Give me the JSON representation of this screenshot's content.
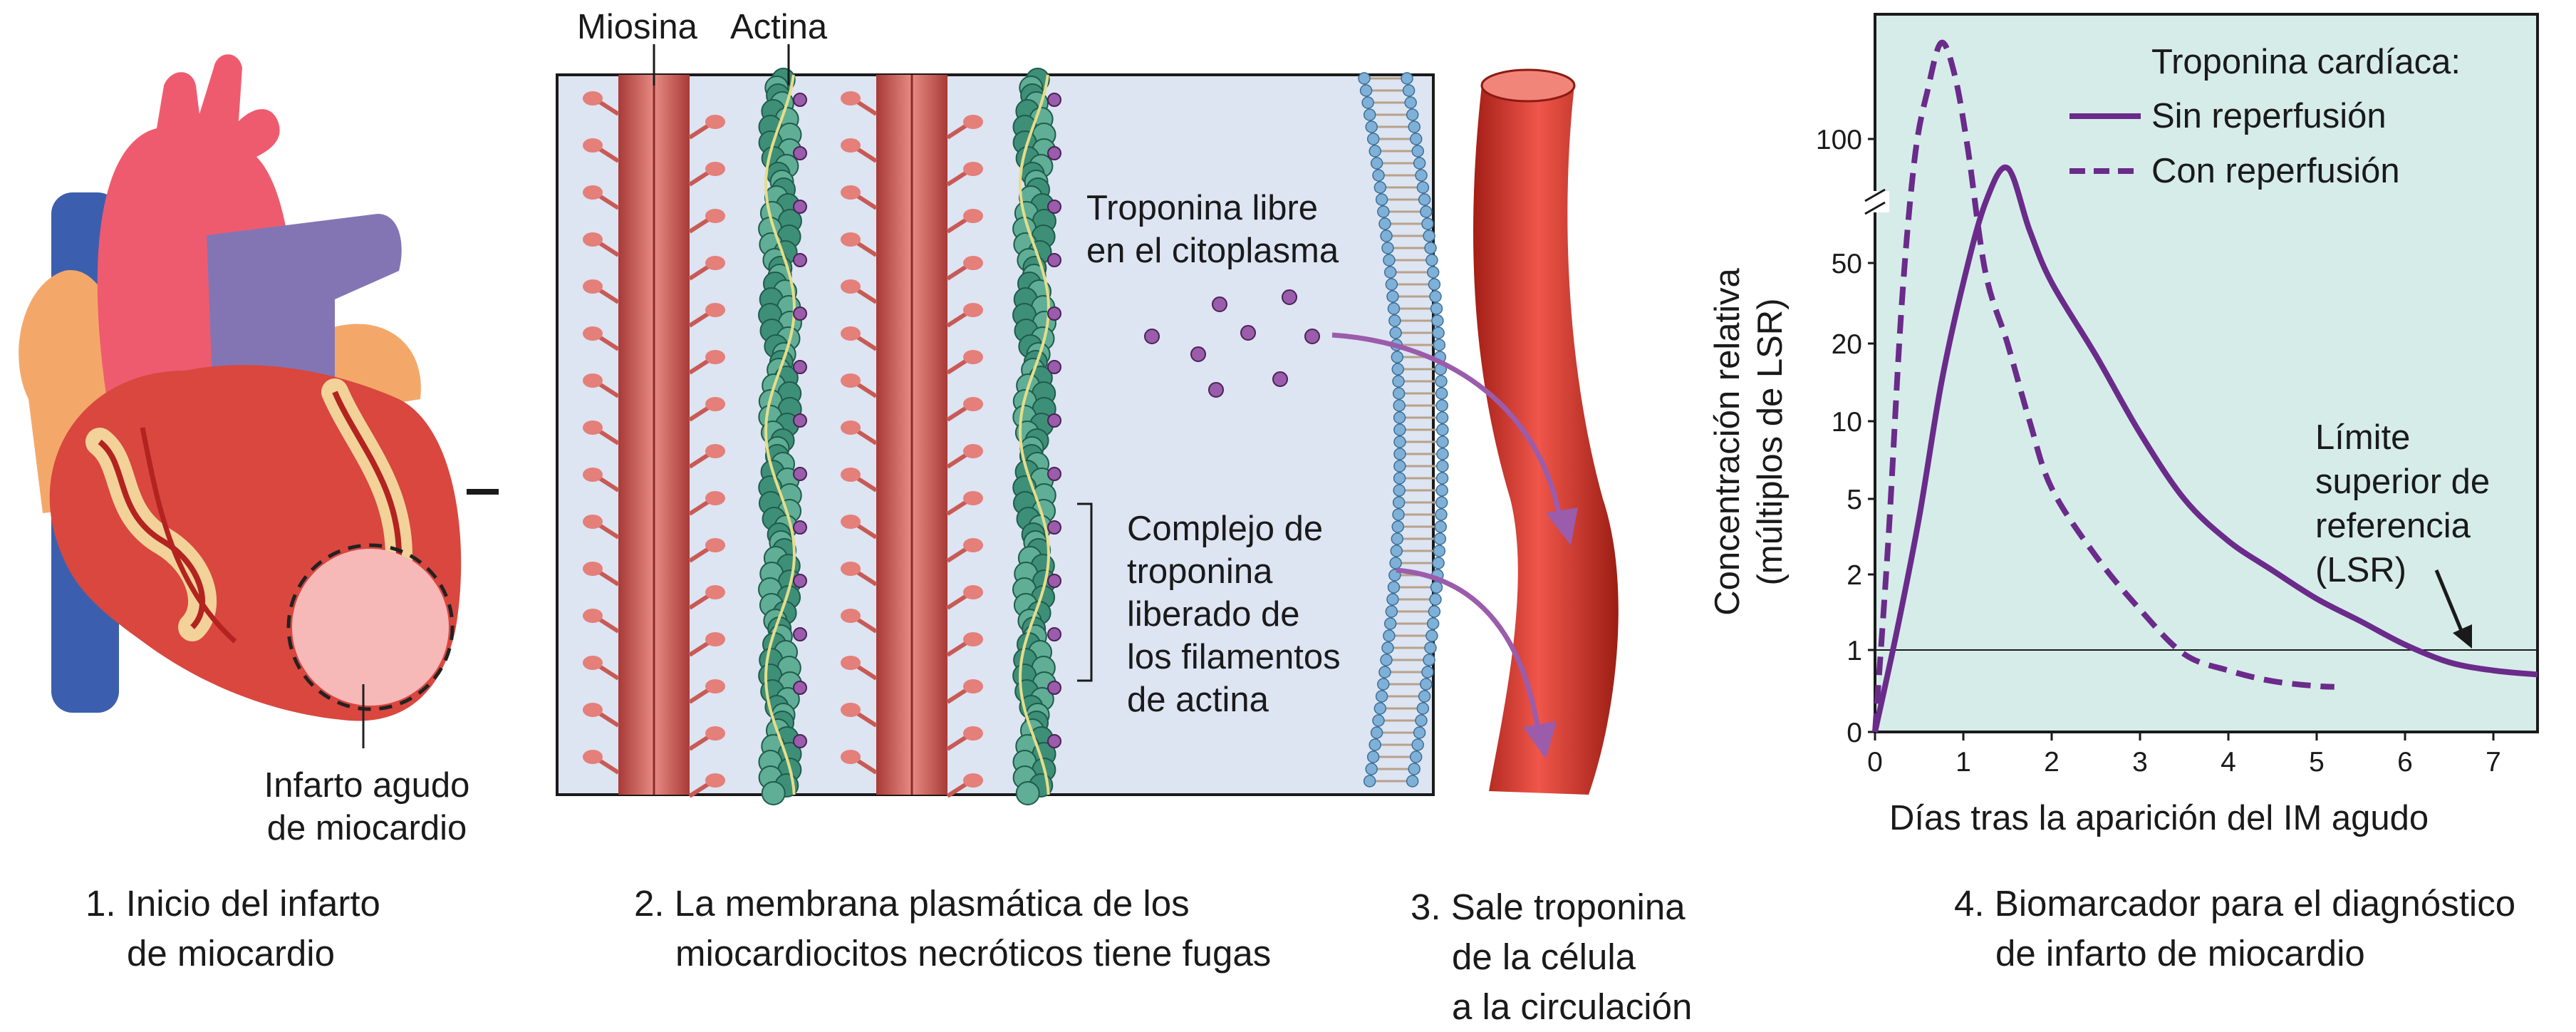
{
  "panel1": {
    "infarct_label": [
      "Infarto agudo",
      "de miocardio"
    ],
    "caption": [
      "1. Inicio del infarto",
      "de miocardio"
    ]
  },
  "panel2": {
    "myosin_label": "Miosina",
    "actin_label": "Actina",
    "free_troponin_label": [
      "Troponina libre",
      "en el citoplasma"
    ],
    "complex_label": [
      "Complejo de",
      "troponina",
      "liberado de",
      "los filamentos",
      "de actina"
    ],
    "caption": [
      "2. La membrana plasmática de los",
      "miocardiocitos necróticos tiene fugas"
    ]
  },
  "panel3": {
    "caption": [
      "3. Sale troponina",
      "de la célula",
      "a la circulación"
    ]
  },
  "panel4": {
    "caption": [
      "4. Biomarcador para el diagnóstico",
      "de infarto de miocardio"
    ],
    "legend_title": "Troponina cardíaca:",
    "uln_label": [
      "Límite",
      "superior de",
      "referencia",
      "(LSR)"
    ]
  },
  "colors": {
    "series": "#6a2b8a",
    "plot_bg": "#d6ece9",
    "myocyte_bg": "#dde4f2",
    "myosin": "#c85a55",
    "actin": "#3e8f78",
    "troponin": "#9b5cab",
    "vessel": "#d8392d"
  },
  "chart_data": {
    "type": "line",
    "title": "",
    "xlabel": "Días tras la aparición del IM agudo",
    "ylabel": [
      "Concentración relativa",
      "(múltiplos de LSR)"
    ],
    "x_ticks": [
      0,
      1,
      2,
      3,
      4,
      5,
      6,
      7
    ],
    "y_ticks": [
      0,
      1,
      2,
      5,
      10,
      20,
      50,
      100
    ],
    "y_scale": "broken, log-like",
    "xlim": [
      0,
      7.5
    ],
    "reference_line": {
      "y": 1
    },
    "series": [
      {
        "name": "Sin reperfusión",
        "style": "solid",
        "x": [
          0,
          0.25,
          0.5,
          0.75,
          1.0,
          1.25,
          1.5,
          1.75,
          2.0,
          2.5,
          3.0,
          3.5,
          4.0,
          4.5,
          5.0,
          5.5,
          6.0,
          6.5,
          7.0,
          7.5
        ],
        "y": [
          0,
          1.2,
          4,
          14,
          40,
          70,
          85,
          60,
          40,
          18,
          9,
          5,
          3,
          2.1,
          1.6,
          1.3,
          1.05,
          0.85,
          0.75,
          0.7
        ]
      },
      {
        "name": "Con reperfusión",
        "style": "dashed",
        "x": [
          0,
          0.15,
          0.3,
          0.45,
          0.6,
          0.75,
          0.9,
          1.05,
          1.25,
          1.5,
          1.75,
          2.0,
          2.5,
          3.0,
          3.5,
          4.0,
          4.5,
          5.0,
          5.2
        ],
        "y": [
          0,
          3,
          30,
          90,
          130,
          165,
          140,
          95,
          45,
          20,
          10,
          5.5,
          2.5,
          1.45,
          0.95,
          0.75,
          0.62,
          0.56,
          0.55
        ]
      }
    ]
  }
}
